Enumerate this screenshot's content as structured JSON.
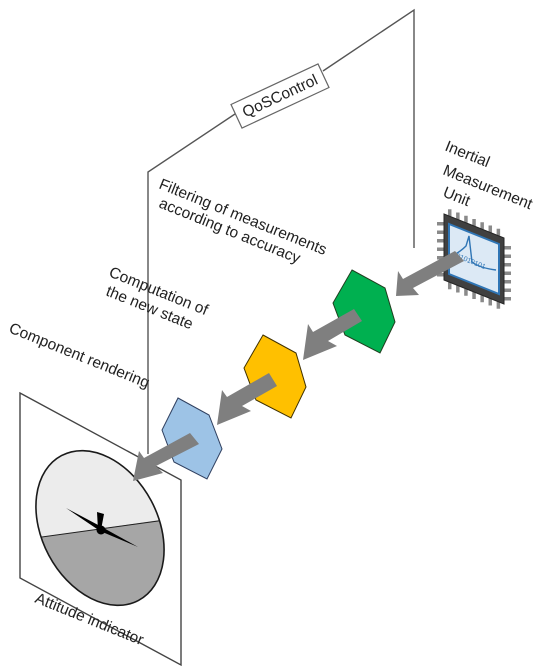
{
  "diagram": {
    "qos_label": "QoSControl",
    "imu_label": {
      "line1": "Inertial",
      "line2": "Measurement",
      "line3": "Unit"
    },
    "chip_text": "101010101",
    "filtering_label": {
      "line1": "Filtering of measurements",
      "line2": "according to accuracy"
    },
    "computation_label": {
      "line1": "Computation of",
      "line2": "the new state"
    },
    "rendering_label": "Component rendering",
    "attitude_label": "Attitude indicator",
    "colors": {
      "filtering": "#00b050",
      "computation": "#ffc000",
      "rendering": "#9dc3e6",
      "chip_screen": "#dce9f5",
      "chip_border": "#2f75b5",
      "arrow": "#7f7f7f",
      "attitude_sky": "#ececec",
      "attitude_ground": "#a6a6a6"
    }
  }
}
